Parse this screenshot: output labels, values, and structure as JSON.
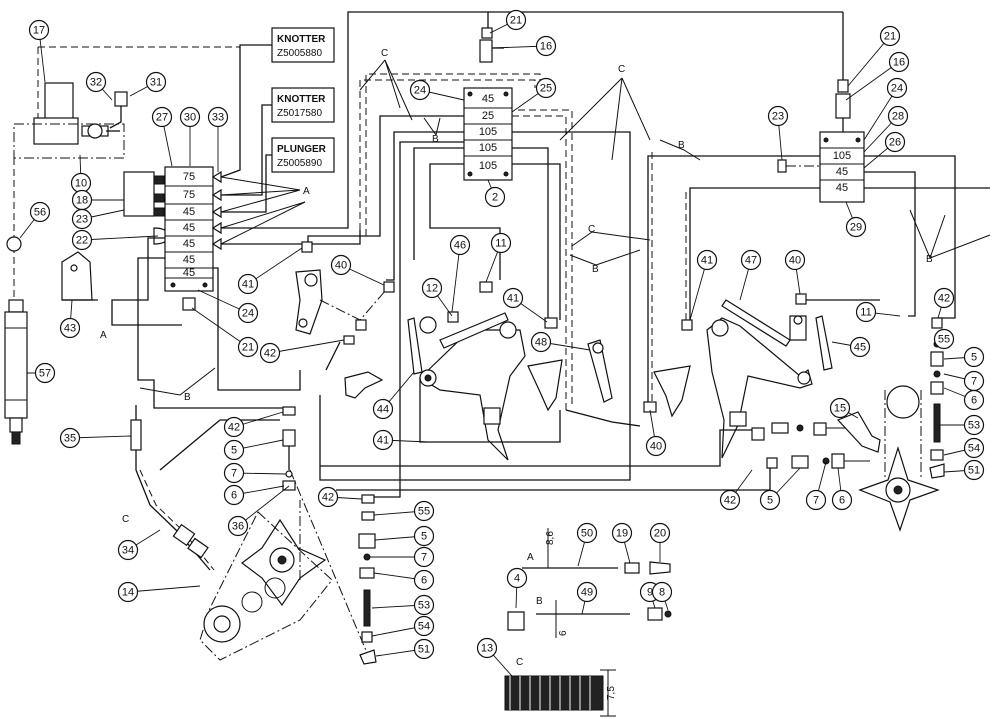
{
  "labels": {
    "knotter1": [
      "KNOTTER",
      "Z5005880"
    ],
    "knotter2": [
      "KNOTTER",
      "Z5017580"
    ],
    "plunger": [
      "PLUNGER",
      "Z5005890"
    ]
  },
  "blocks": {
    "left": [
      "75",
      "75",
      "45",
      "45",
      "45",
      "45",
      "45"
    ],
    "center": [
      "45",
      "25",
      "105",
      "105",
      "105"
    ],
    "right": [
      "105",
      "45",
      "45"
    ]
  },
  "callouts": [
    {
      "n": "17"
    },
    {
      "n": "32"
    },
    {
      "n": "31"
    },
    {
      "n": "10"
    },
    {
      "n": "56"
    },
    {
      "n": "18"
    },
    {
      "n": "27"
    },
    {
      "n": "30"
    },
    {
      "n": "33"
    },
    {
      "n": "23"
    },
    {
      "n": "22"
    },
    {
      "n": "43"
    },
    {
      "n": "24"
    },
    {
      "n": "21"
    },
    {
      "n": "57"
    },
    {
      "n": "35"
    },
    {
      "n": "34"
    },
    {
      "n": "14"
    },
    {
      "n": "36"
    },
    {
      "n": "42"
    },
    {
      "n": "5"
    },
    {
      "n": "7"
    },
    {
      "n": "6"
    },
    {
      "n": "41"
    },
    {
      "n": "42"
    },
    {
      "n": "40"
    },
    {
      "n": "21"
    },
    {
      "n": "16"
    },
    {
      "n": "24"
    },
    {
      "n": "25"
    },
    {
      "n": "2"
    },
    {
      "n": "46"
    },
    {
      "n": "11"
    },
    {
      "n": "12"
    },
    {
      "n": "41"
    },
    {
      "n": "48"
    },
    {
      "n": "44"
    },
    {
      "n": "41"
    },
    {
      "n": "40"
    },
    {
      "n": "42"
    },
    {
      "n": "55"
    },
    {
      "n": "5"
    },
    {
      "n": "7"
    },
    {
      "n": "6"
    },
    {
      "n": "53"
    },
    {
      "n": "54"
    },
    {
      "n": "51"
    },
    {
      "n": "50"
    },
    {
      "n": "19"
    },
    {
      "n": "20"
    },
    {
      "n": "4"
    },
    {
      "n": "49"
    },
    {
      "n": "9"
    },
    {
      "n": "8"
    },
    {
      "n": "13"
    },
    {
      "n": "23"
    },
    {
      "n": "21"
    },
    {
      "n": "16"
    },
    {
      "n": "24"
    },
    {
      "n": "28"
    },
    {
      "n": "26"
    },
    {
      "n": "29"
    },
    {
      "n": "41"
    },
    {
      "n": "47"
    },
    {
      "n": "40"
    },
    {
      "n": "11"
    },
    {
      "n": "42"
    },
    {
      "n": "55"
    },
    {
      "n": "5"
    },
    {
      "n": "7"
    },
    {
      "n": "6"
    },
    {
      "n": "45"
    },
    {
      "n": "15"
    },
    {
      "n": "53"
    },
    {
      "n": "54"
    },
    {
      "n": "51"
    },
    {
      "n": "42"
    },
    {
      "n": "5"
    },
    {
      "n": "7"
    },
    {
      "n": "6"
    }
  ],
  "letters": {
    "a1": "A",
    "a2": "A",
    "b1": "B",
    "c1": "C",
    "c2": "C",
    "b2": "B",
    "c3": "C",
    "b3": "B",
    "b4": "B",
    "c4": "C",
    "b5": "B",
    "b6": "B",
    "cA": "A",
    "cB": "B",
    "cC": "C"
  },
  "dimensions": {
    "d_a": "8,6",
    "d_b": "6",
    "d_c": "7,5"
  }
}
